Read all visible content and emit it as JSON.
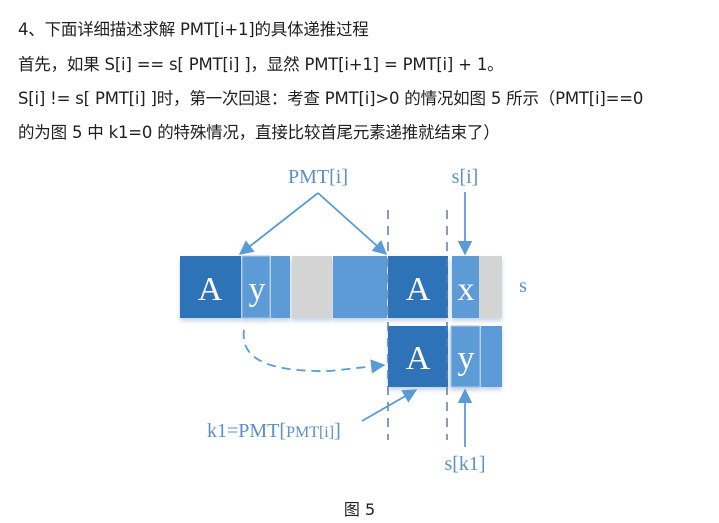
{
  "document": {
    "lines": [
      "4、下面详细描述求解 PMT[i+1]的具体递推过程",
      "首先，如果 S[i]    ==    s[ PMT[i] ]，显然 PMT[i+1] = PMT[i] + 1。",
      "S[i] != s[ PMT[i] ]时，第一次回退：考查 PMT[i]>0 的情况如图 5 所示（PMT[i]==0",
      "的为图 5 中 k1=0 的特殊情况，直接比较首尾元素递推就结束了）"
    ],
    "caption": "图 5"
  },
  "figure": {
    "label_pmt": "PMT[i]",
    "label_si": "s[i]",
    "label_s": "s",
    "label_k1_main": "k1=PMT[",
    "label_k1_inner": "PMT[i]",
    "label_k1_close": "]",
    "label_sk1": "s[k1]",
    "top_row": [
      "A",
      "y",
      "",
      "",
      "",
      "A",
      "x",
      ""
    ],
    "bottom_row": [
      "A",
      "y",
      ""
    ],
    "colors": {
      "dark_blue": "#2e72b8",
      "mid_blue": "#5b9bd5",
      "gray": "#d4d4d4",
      "line_blue": "#5b9bd5",
      "label_blue": "#5b8fc7"
    }
  }
}
